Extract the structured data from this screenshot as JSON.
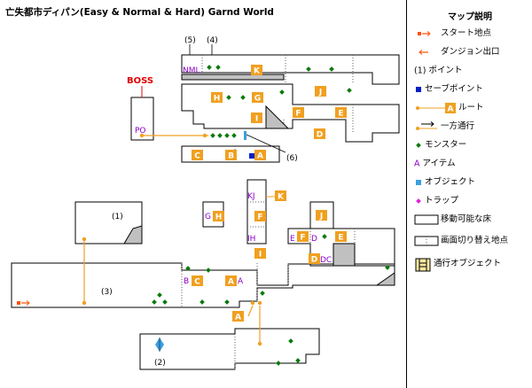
{
  "title": "亡失都市ディパン(Easy & Normal & Hard)  Garnd World",
  "legend": {
    "title": "マップ説明",
    "items": [
      {
        "key": "start",
        "label": "スタート地点"
      },
      {
        "key": "exit",
        "label": "ダンジョン出口"
      },
      {
        "key": "point",
        "symbol": "(1)",
        "label": "ポイント"
      },
      {
        "key": "save",
        "label": "セーブポイント"
      },
      {
        "key": "route",
        "symbol": "A",
        "label": "ルート"
      },
      {
        "key": "oneway",
        "label": "一方通行"
      },
      {
        "key": "monster",
        "label": "モンスター"
      },
      {
        "key": "item",
        "symbol": "A",
        "label": "アイテム"
      },
      {
        "key": "object",
        "label": "オブジェクト"
      },
      {
        "key": "trap",
        "label": "トラップ"
      },
      {
        "key": "floor",
        "label": "移動可能な床"
      },
      {
        "key": "switch",
        "label": "画面切り替え地点"
      },
      {
        "key": "passobj",
        "label": "通行オブジェクト"
      }
    ]
  },
  "labels": {
    "boss": "BOSS",
    "p1": "(1)",
    "p2": "(2)",
    "p3": "(3)",
    "p4": "(4)",
    "p5": "(5)",
    "p6": "(6)",
    "nml": "NML",
    "po": "PO",
    "kj": "KJ",
    "ih": "IH",
    "g": "G",
    "e": "E",
    "d": "D",
    "dc": "DC",
    "b": "B",
    "a": "A"
  },
  "routes": {
    "K": "K",
    "H": "H",
    "G": "G",
    "J": "J",
    "I": "I",
    "F": "F",
    "E": "E",
    "D": "D",
    "C": "C",
    "B": "B",
    "A": "A",
    "K2": "K",
    "H2": "H",
    "F2": "F",
    "I2": "I",
    "J2": "J",
    "F3": "F",
    "E2": "E",
    "D2": "D",
    "C2": "C",
    "A2": "A",
    "A3": "A"
  },
  "colors": {
    "route": "#f0a020",
    "route_text": "#ffffff",
    "item": "#8a00c8",
    "monster": "#0a7a0a",
    "save": "#0020c8",
    "object": "#3aa0e0",
    "trap": "#e020e0",
    "boss": "#e00000",
    "start": "#ff5000",
    "wall_fill": "#c8c8c8",
    "floor_fill": "#c0c0c0"
  }
}
